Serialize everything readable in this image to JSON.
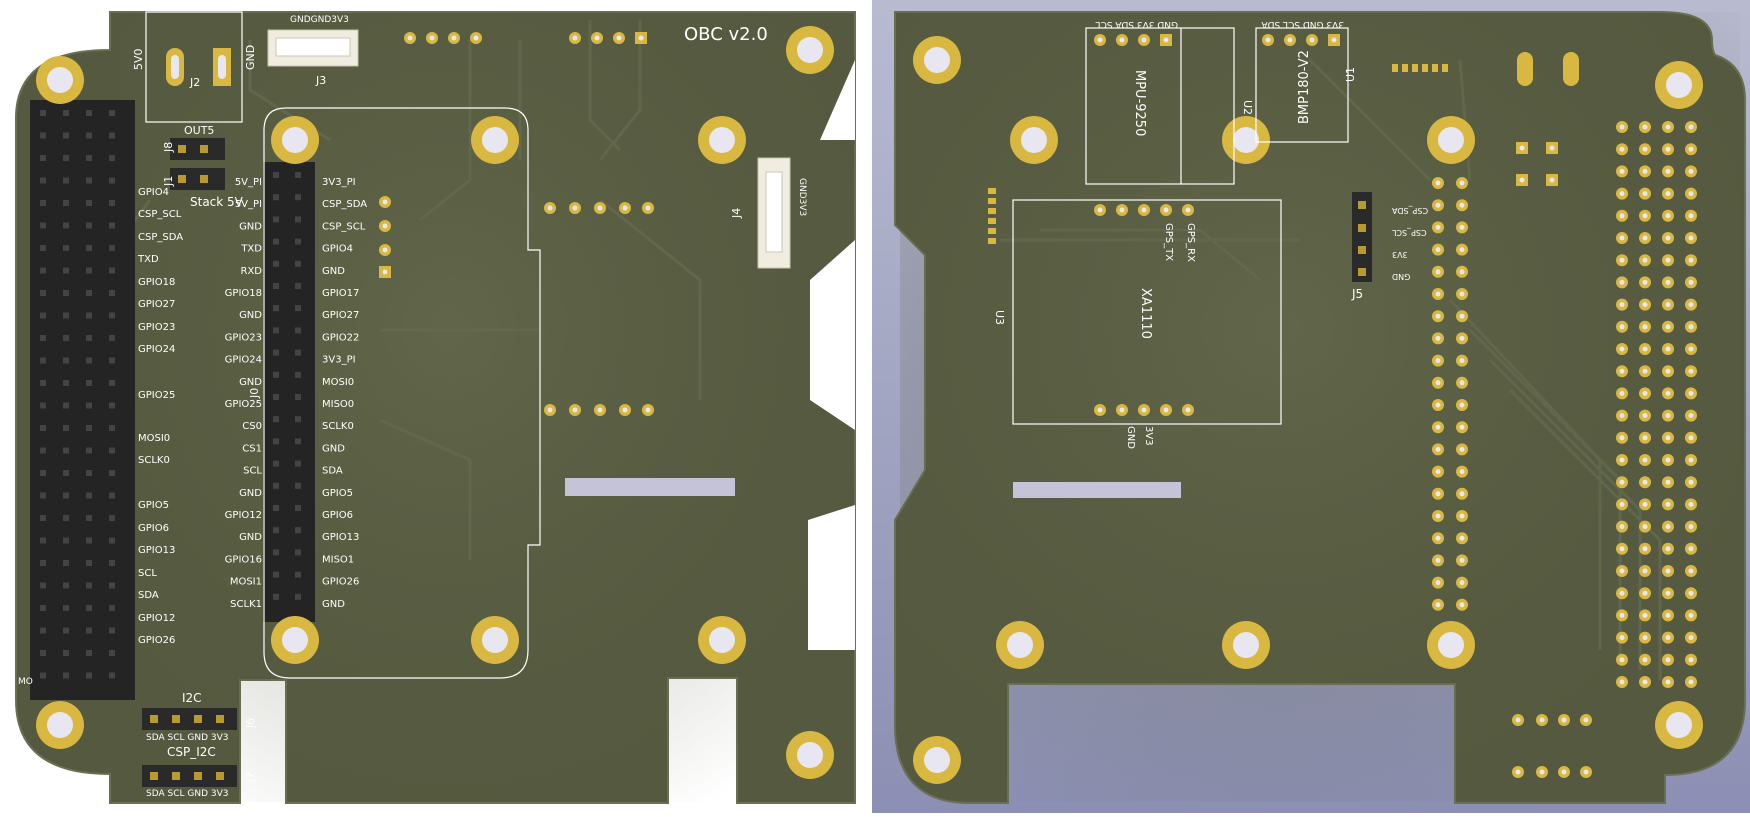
{
  "colors": {
    "board": "#55593f",
    "board_edge": "#6a6e52",
    "trace": "#606650",
    "silk": "#ffffff",
    "pad_gold": "#d8b840",
    "hole": "#e8e6f0",
    "header_body": "#2a2a2a",
    "header_pin": "#b89a30",
    "bg_left": "#ffffff",
    "bg_right_top": "#b8bbd0",
    "bg_right_bottom": "#8c8fb3"
  },
  "left_board": {
    "title": "OBC v2.0",
    "j2": {
      "ref": "J2",
      "left": "5V0",
      "right": "GND"
    },
    "j3": {
      "ref": "J3",
      "pins": "GNDGND3V3"
    },
    "j4": {
      "ref": "J4",
      "pins": "GND3V3"
    },
    "j8": {
      "ref": "J8",
      "label": "OUT5"
    },
    "j1": {
      "ref": "J1",
      "label": "Stack 5V"
    },
    "j6": {
      "ref": "J6",
      "label": "I2C",
      "pins": "SDA SCL GND 3V3"
    },
    "j7": {
      "ref": "J7",
      "label": "CSP_I2C",
      "pins": "SDA SCL GND 3V3"
    },
    "j0": "J0",
    "mo": "MO",
    "big_header_labels": [
      "GPIO4",
      "CSP_SCL",
      "CSP_SDA",
      "TXD",
      "GPIO18",
      "GPIO27",
      "GPIO23",
      "GPIO24",
      "GPIO25",
      "MOSI0",
      "SCLK0",
      "GPIO5",
      "GPIO6",
      "GPIO13",
      "SCL",
      "SDA",
      "GPIO12",
      "GPIO26"
    ],
    "pi_left_labels": [
      "5V_PI",
      "5V_PI",
      "GND",
      "TXD",
      "RXD",
      "GPIO18",
      "GND",
      "GPIO23",
      "GPIO24",
      "GND",
      "GPIO25",
      "CS0",
      "CS1",
      "SCL",
      "GND",
      "GPIO12",
      "GND",
      "GPIO16",
      "MOSI1",
      "SCLK1"
    ],
    "pi_right_labels": [
      "3V3_PI",
      "CSP_SDA",
      "CSP_SCL",
      "GPIO4",
      "GND",
      "GPIO17",
      "GPIO27",
      "GPIO22",
      "3V3_PI",
      "MOSI0",
      "MISO0",
      "SCLK0",
      "GND",
      "SDA",
      "GPIO5",
      "GPIO6",
      "GPIO13",
      "MISO1",
      "GPIO26",
      "GND"
    ]
  },
  "right_board": {
    "mpu": {
      "ref": "U2",
      "name": "MPU-9250",
      "pins": "GND 3V3 SDA SCL"
    },
    "bmp": {
      "ref": "U1",
      "name": "BMP180-V2",
      "pins": "3V3 GND SCL SDA"
    },
    "xa": {
      "ref": "U3",
      "name": "XA1110",
      "gps_rx": "GPS_RX",
      "gps_tx": "GPS_TX",
      "gnd": "GND",
      "v33": "3V3"
    },
    "j5": {
      "ref": "J5",
      "pins": [
        "CSP_SDA",
        "CSP_SCL",
        "3V3",
        "GND"
      ]
    }
  }
}
